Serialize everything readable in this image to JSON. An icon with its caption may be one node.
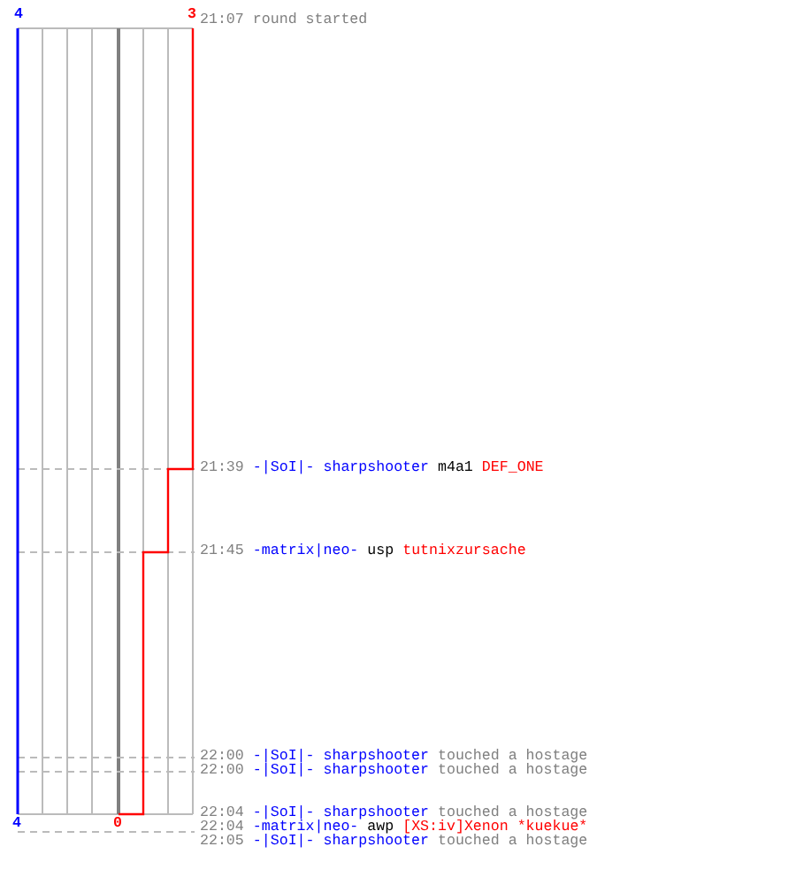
{
  "diagram": {
    "labels": [
      "4",
      "3",
      "21:07",
      "round started",
      "21:39",
      "-|SoI|- sharpshooter",
      "m4a1",
      "DEF_ONE",
      "21:45",
      "-matrix|neo-",
      "usp",
      "tutnixzursache",
      "22:00",
      "-|SoI|- sharpshooter",
      "touched a hostage",
      "22:00",
      "-|SoI|- sharpshooter",
      "touched a hostage",
      "4",
      "0",
      "22:04",
      "-|SoI|- sharpshooter",
      "touched a hostage",
      "22:04",
      "-matrix|neo-",
      "awp",
      "[XS:iv]Xenon *kuekue*",
      "22:05",
      "-|SoI|- sharpshooter",
      "touched a hostage"
    ]
  }
}
